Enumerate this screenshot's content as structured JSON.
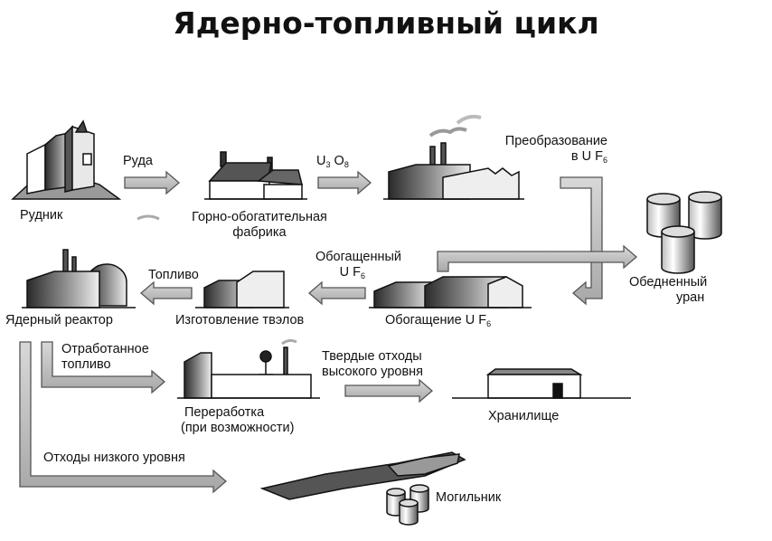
{
  "title": "Ядерно-топливный цикл",
  "labels": {
    "mine": "Рудник",
    "ore": "Руда",
    "mill_1": "Горно-обогатительная",
    "mill_2": "фабрика",
    "u3o8": {
      "u": "U",
      "u_sub": "3",
      "o": " O",
      "o_sub": "8"
    },
    "conversion_1": "Преобразование",
    "conversion_2": {
      "text": "в U F",
      "sub": "6"
    },
    "depleted_1": "Обедненный",
    "depleted_2": "уран",
    "enriched_1": "Обогащенный",
    "enriched_2": {
      "text": "U F",
      "sub": "6"
    },
    "fuel": "Топливо",
    "reactor": "Ядерный реактор",
    "fabrication": "Изготовление твэлов",
    "enrichment": {
      "text": "Обогащение U F",
      "sub": "6"
    },
    "spent_1": "Отработанное",
    "spent_2": "топливо",
    "reprocessing_1": "Переработка",
    "reprocessing_2": "(при возможности)",
    "hlw_1": "Твердые отходы",
    "hlw_2": "высокого уровня",
    "storage": "Хранилище",
    "llw": "Отходы низкого уровня",
    "repository": "Могильник"
  }
}
